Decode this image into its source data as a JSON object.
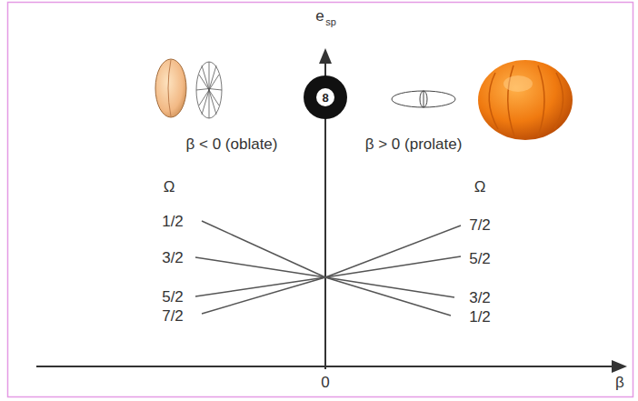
{
  "diagram": {
    "nodes": [
      {
        "text": [
          "8"
        ]
      }
    ],
    "labels": [
      "e",
      "sp",
      "β < 0 (oblate)",
      "β > 0 (prolate)",
      "Ω",
      "Ω",
      "1/2",
      "3/2",
      "5/2",
      "7/2",
      "7/2",
      "5/2",
      "3/2",
      "1/2",
      "0",
      "β"
    ]
  }
}
